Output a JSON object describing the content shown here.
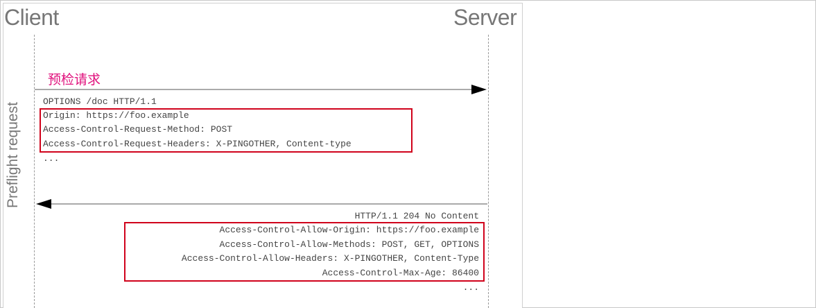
{
  "actors": {
    "client": "Client",
    "server": "Server"
  },
  "side_label": "Preflight request",
  "chinese_label": "预检请求",
  "request": {
    "start_line": "OPTIONS /doc HTTP/1.1",
    "headers": [
      "Origin: https://foo.example",
      "Access-Control-Request-Method: POST",
      "Access-Control-Request-Headers: X-PINGOTHER, Content-type"
    ],
    "ellipsis": "..."
  },
  "response": {
    "status_line": "HTTP/1.1 204 No Content",
    "headers": [
      "Access-Control-Allow-Origin: https://foo.example",
      "Access-Control-Allow-Methods: POST, GET, OPTIONS",
      "Access-Control-Allow-Headers: X-PINGOTHER, Content-Type",
      "Access-Control-Max-Age: 86400"
    ],
    "ellipsis": "..."
  },
  "colors": {
    "highlight_box": "#d0021b",
    "chinese_label": "#e0107c",
    "text": "#444444"
  }
}
